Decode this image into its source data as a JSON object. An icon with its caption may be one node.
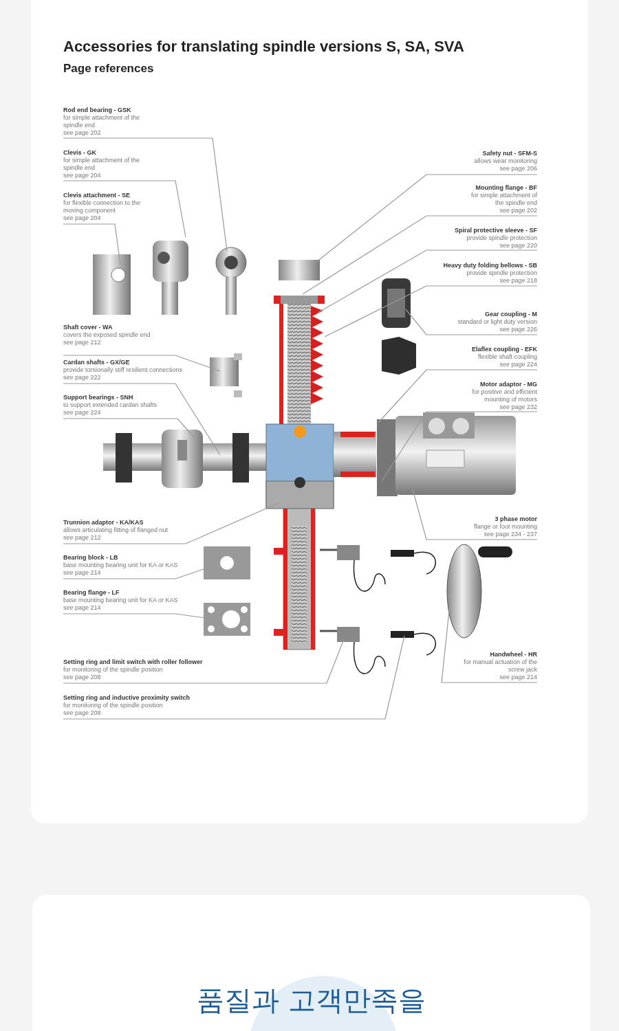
{
  "diagram": {
    "title": "Accessories for translating spindle versions S, SA, SVA",
    "nodes": [
      {
        "text": [
          "Rod end bearing - GSK",
          "for simple attachment of the spindle end",
          "see page 202"
        ]
      },
      {
        "text": [
          "Clevis - GK",
          "for simple attachment of the spindle end",
          "see page 204"
        ]
      },
      {
        "text": [
          "Clevis attachment - SE",
          "for flexible connection to the moving component",
          "see page 204"
        ]
      },
      {
        "text": [
          "Safety nut - SFM-S",
          "allows wear monitoring",
          "see page 206"
        ]
      },
      {
        "text": [
          "Mounting flange - BF",
          "for simple attachment of the spindle end",
          "see page 202"
        ]
      },
      {
        "text": [
          "Spiral protective sleeve - SF",
          "provide spindle protection",
          "see page 220"
        ]
      },
      {
        "text": [
          "Heavy duty folding bellows - SB",
          "provide spindle protection",
          "see page 218"
        ]
      },
      {
        "text": [
          "Shaft cover - WA",
          "covers the exposed spindle end",
          "see page 212"
        ]
      },
      {
        "text": [
          "Cardan shafts - GX/GE",
          "provide torsionally stiff resilient connections",
          "see page 222"
        ]
      },
      {
        "text": [
          "Support bearings - SNH",
          "to support extended cardan shafts",
          "see page 224"
        ]
      },
      {
        "text": [
          "Gear coupling - M",
          "standard or light duty version",
          "see page 226"
        ]
      },
      {
        "text": [
          "Elaflex coupling - EFK",
          "flexible shaft coupling",
          "see page 224"
        ]
      },
      {
        "text": [
          "Motor adaptor - MG",
          "for positive and efficient mounting of motors",
          "see page 232"
        ]
      },
      {
        "text": [
          "3 phase motor",
          "flange or foot mounting",
          "see page 234 - 237"
        ]
      },
      {
        "text": [
          "Trunnion adaptor - KA/KAS",
          "allows articulating fitting of flanged nut",
          "see page 212"
        ]
      },
      {
        "text": [
          "Bearing block - LB",
          "base mounting bearing unit for KA or KAS",
          "see page 214"
        ]
      },
      {
        "text": [
          "Bearing flange - LF",
          "base mounting bearing unit for KA or KAS",
          "see page 214"
        ]
      },
      {
        "text": [
          "Setting ring and limit switch with roller follower",
          "for monitoring of the spindle position",
          "see page 208"
        ]
      },
      {
        "text": [
          "Setting ring and inductive proximity switch",
          "for monitoring of the spindle position",
          "see page 208"
        ]
      },
      {
        "text": [
          "Handwheel - HR",
          "for manual actuation of the screw jack",
          "see page 214"
        ]
      }
    ],
    "edges": [
      {
        "from": 0,
        "to": null,
        "arrow": "none"
      },
      {
        "from": 1,
        "to": null,
        "arrow": "none"
      },
      {
        "from": 2,
        "to": null,
        "arrow": "none"
      },
      {
        "from": 3,
        "to": null,
        "arrow": "none"
      },
      {
        "from": 4,
        "to": null,
        "arrow": "none"
      },
      {
        "from": 5,
        "to": null,
        "arrow": "none"
      },
      {
        "from": 6,
        "to": null,
        "arrow": "none"
      },
      {
        "from": 7,
        "to": null,
        "arrow": "none"
      },
      {
        "from": 8,
        "to": null,
        "arrow": "none"
      },
      {
        "from": 9,
        "to": null,
        "arrow": "none"
      },
      {
        "from": 10,
        "to": null,
        "arrow": "none"
      },
      {
        "from": 11,
        "to": null,
        "arrow": "none"
      },
      {
        "from": 12,
        "to": null,
        "arrow": "none"
      },
      {
        "from": 13,
        "to": null,
        "arrow": "none"
      },
      {
        "from": 14,
        "to": null,
        "arrow": "none"
      },
      {
        "from": 15,
        "to": null,
        "arrow": "none"
      },
      {
        "from": 16,
        "to": null,
        "arrow": "none"
      },
      {
        "from": 17,
        "to": null,
        "arrow": "none"
      },
      {
        "from": 18,
        "to": null,
        "arrow": "none"
      },
      {
        "from": 19,
        "to": null,
        "arrow": "none"
      }
    ],
    "labels": [
      "Page references",
      "품질과 고객만족을"
    ]
  }
}
